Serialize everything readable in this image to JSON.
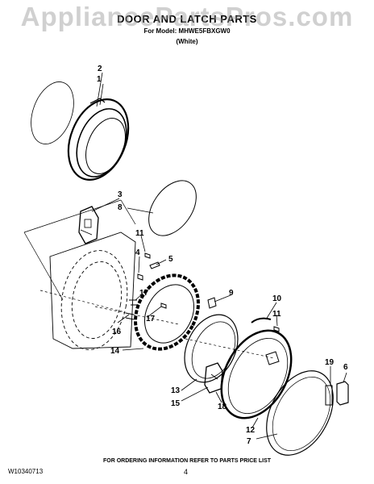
{
  "watermark": "AppliancePartsPros.com",
  "header": {
    "title": "DOOR AND LATCH PARTS",
    "model_line": "For Model: MHWE5FBXGW0",
    "color": "(White)"
  },
  "callouts": [
    "1",
    "2",
    "3",
    "4",
    "5",
    "6",
    "7",
    "8",
    "9",
    "10",
    "11",
    "11",
    "12",
    "13",
    "14",
    "15",
    "16",
    "17",
    "17",
    "18",
    "19"
  ],
  "footer": {
    "note": "FOR ORDERING INFORMATION REFER TO PARTS PRICE LIST",
    "doc_number": "W10340713",
    "page_number": "4"
  },
  "colors": {
    "ink": "#000000",
    "watermark": "#969696"
  }
}
